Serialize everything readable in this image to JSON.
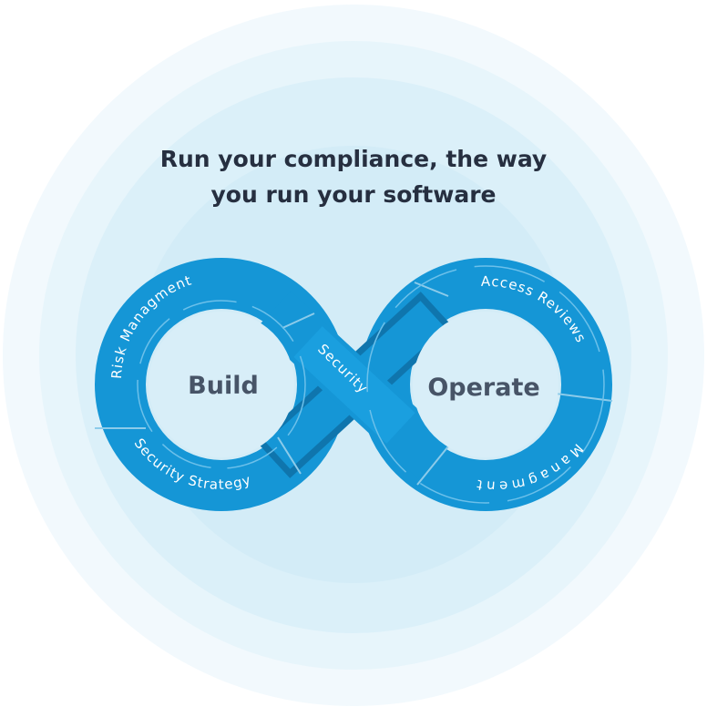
{
  "title": {
    "line1": "Run your compliance, the way",
    "line2": "you run your software"
  },
  "hubs": {
    "left": "Build",
    "right": "Operate"
  },
  "segments": {
    "risk_management": "Risk Managment",
    "security_strategy": "Security Strategy",
    "security": "Security",
    "access_reviews": "Access Reviews",
    "management": "Managment"
  },
  "colors": {
    "band": "#1596d6",
    "band_dark": "#0f75ad",
    "hub_fill": "#d8eef8",
    "halo_outer": "#f2f9fd",
    "halo_mid": "#e7f5fb",
    "halo_inner": "#dbf0f9",
    "title": "#262f40",
    "hub_text": "#475467"
  }
}
